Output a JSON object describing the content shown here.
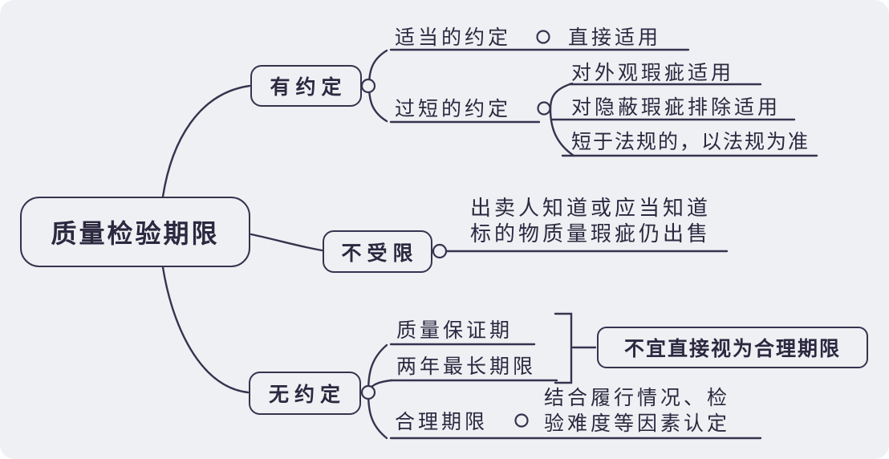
{
  "canvas": {
    "background_color": "#eef0f3",
    "ink_color": "#38324f"
  },
  "mindmap": {
    "root": {
      "label": "质量检验期限"
    },
    "branches": {
      "has_agreement": {
        "label": "有约定",
        "proper": {
          "label": "适当的约定",
          "child": {
            "label": "直接适用"
          }
        },
        "too_short": {
          "label": "过短的约定",
          "children": {
            "appearance": {
              "label": "对外观瑕疵适用"
            },
            "hidden": {
              "label": "对隐蔽瑕疵排除适用"
            },
            "law": {
              "label": "短于法规的，以法规为准"
            }
          }
        }
      },
      "not_limited": {
        "label": "不受限",
        "note": {
          "line1": "出卖人知道或应当知道",
          "line2": "标的物质量瑕疵仍出售"
        }
      },
      "no_agreement": {
        "label": "无约定",
        "warranty": {
          "label": "质量保证期"
        },
        "two_year": {
          "label": "两年最长期限"
        },
        "callout": {
          "label": "不宜直接视为合理期限"
        },
        "reasonable": {
          "label": "合理期限",
          "note": {
            "line1": "结合履行情况、检",
            "line2": "验难度等因素认定"
          }
        }
      }
    }
  }
}
